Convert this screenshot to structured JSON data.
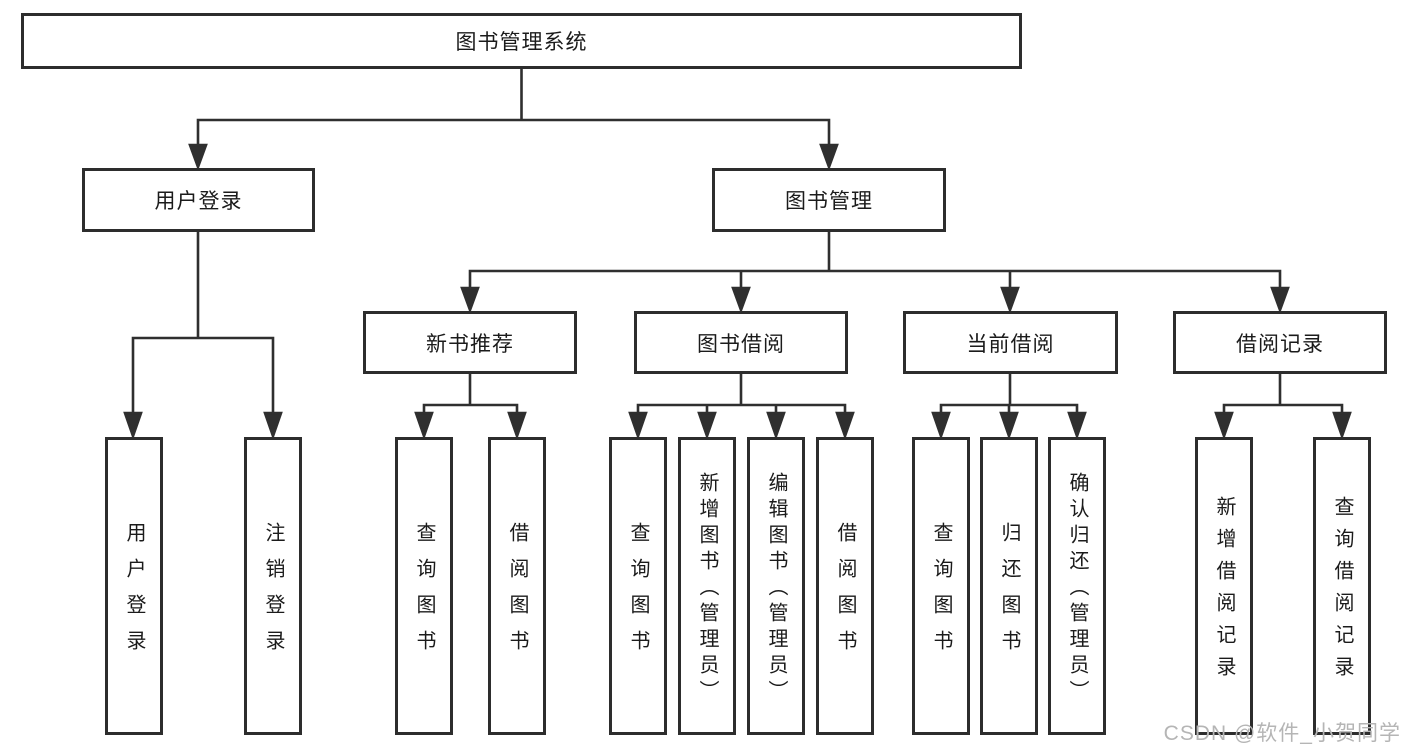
{
  "diagram": {
    "watermark": "CSDN @软件_小贺同学",
    "colors": {
      "line": "#2f2f2f",
      "box_border": "#2d2d2d",
      "text": "#1b1b1b",
      "watermark": "#b5b5b5",
      "background": "#ffffff"
    }
  },
  "nodes": {
    "root": {
      "label": "图书管理系统"
    },
    "user_login": {
      "label": "用户登录"
    },
    "book_mgmt": {
      "label": "图书管理"
    },
    "user_login_leaf": {
      "label": "用户登录"
    },
    "logout_leaf": {
      "label": "注销登录"
    },
    "new_book_rec": {
      "label": "新书推荐"
    },
    "book_borrow": {
      "label": "图书借阅"
    },
    "current_borrow": {
      "label": "当前借阅"
    },
    "borrow_records": {
      "label": "借阅记录"
    },
    "rec_query_books": {
      "label": "查询图书"
    },
    "rec_borrow_books": {
      "label": "借阅图书"
    },
    "bb_query_books": {
      "label": "查询图书"
    },
    "bb_add_books": {
      "label": "新增图书（管理员）"
    },
    "bb_edit_books": {
      "label": "编辑图书（管理员）"
    },
    "bb_borrow_books": {
      "label": "借阅图书"
    },
    "cb_query_books": {
      "label": "查询图书"
    },
    "cb_return_books": {
      "label": "归还图书"
    },
    "cb_confirm_return": {
      "label": "确认归还（管理员）"
    },
    "br_add_record": {
      "label": "新增借阅记录"
    },
    "br_query_record": {
      "label": "查询借阅记录"
    }
  }
}
